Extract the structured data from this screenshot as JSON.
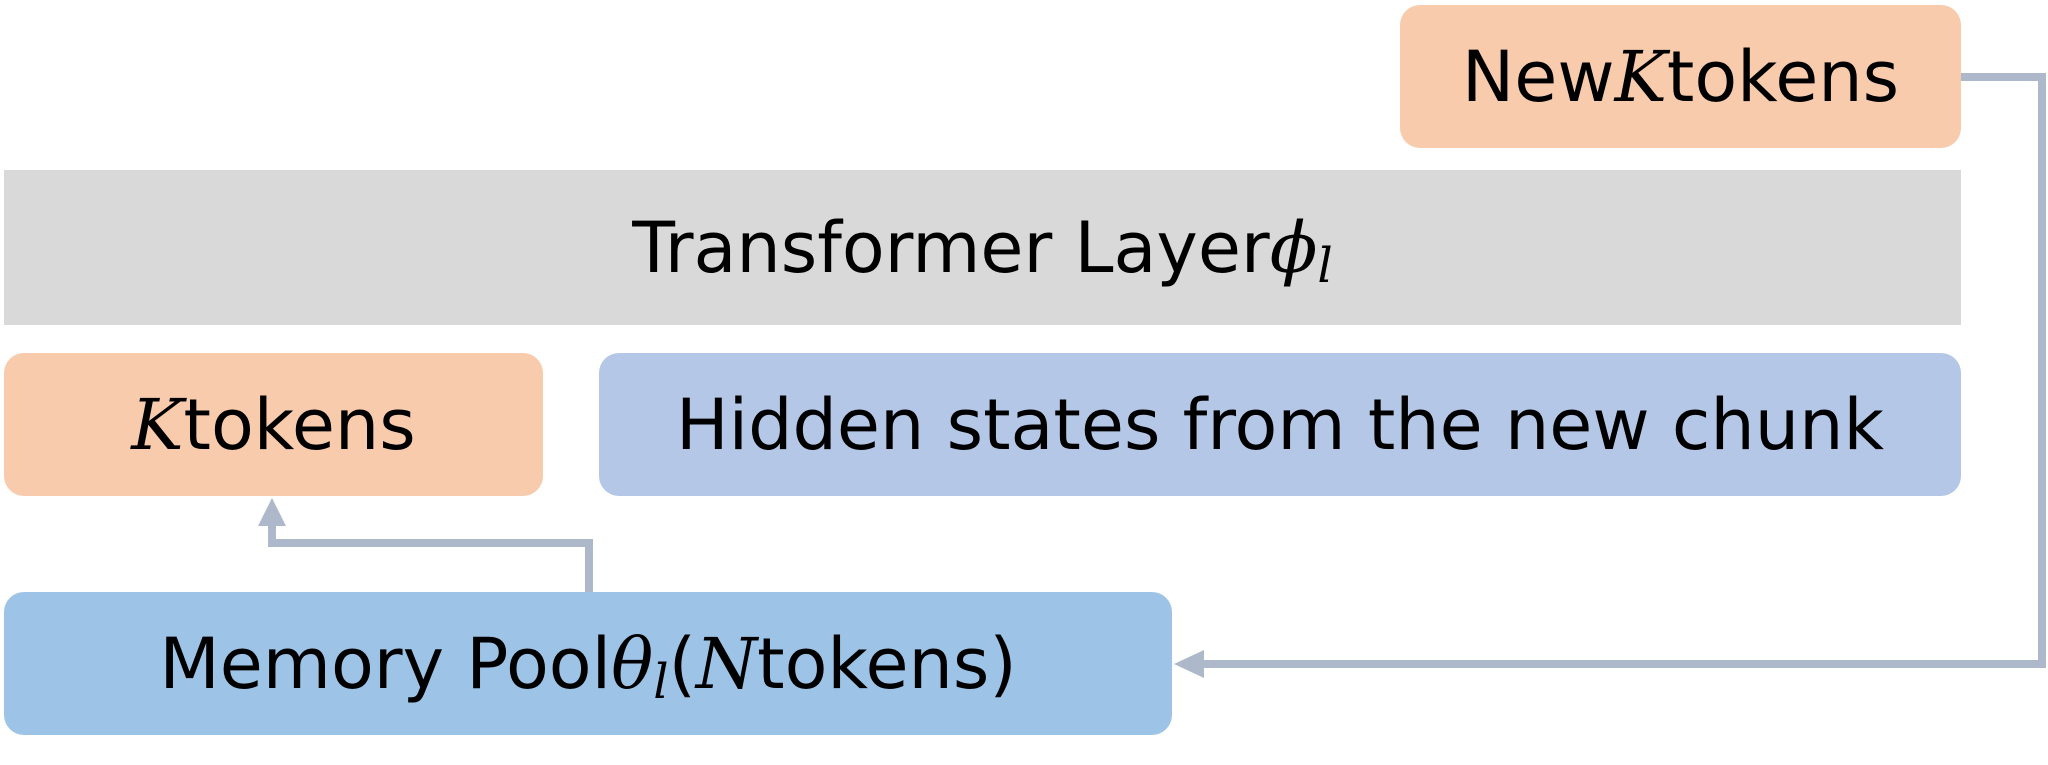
{
  "new_k_box": {
    "prefix": "New ",
    "var": "K",
    "suffix": " tokens"
  },
  "transformer_box": {
    "text": "Transformer Layer ",
    "var": "ϕ",
    "sub": "l"
  },
  "k_tokens_box": {
    "var": "K",
    "suffix": " tokens"
  },
  "hidden_states_box": {
    "text": "Hidden states from the new chunk"
  },
  "memory_pool_box": {
    "text": "Memory Pool ",
    "var": "θ",
    "sub": "l",
    "open": " (",
    "count_var": "N",
    "suffix": " tokens)"
  },
  "colors": {
    "token_box": "#f8cbad",
    "transformer": "#d9d9d9",
    "hidden_states": "#b4c7e7",
    "memory_pool": "#9dc3e6",
    "arrow": "#adb9ca"
  }
}
